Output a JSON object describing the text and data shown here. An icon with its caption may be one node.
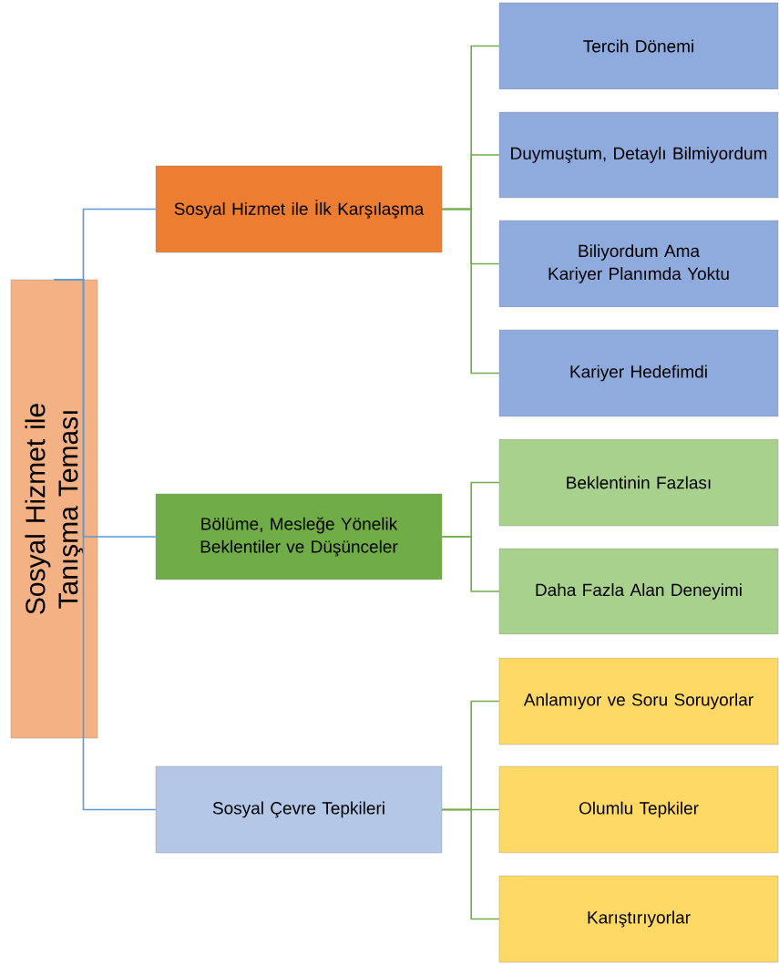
{
  "diagram": {
    "nodes": [
      {
        "text": [
          "Sosyal Hizmet ile Tanışma Teması"
        ]
      },
      {
        "text": [
          "Sosyal Hizmet ile İlk Karşılaşma"
        ]
      },
      {
        "text": [
          "Bölüme, Mesleğe Yönelik Beklentiler ve Düşünceler"
        ]
      },
      {
        "text": [
          "Sosyal Çevre Tepkileri"
        ]
      },
      {
        "text": [
          "Tercih Dönemi"
        ]
      },
      {
        "text": [
          "Duymuştum, Detaylı Bilmiyordum"
        ]
      },
      {
        "text": [
          "Biliyordum Ama Kariyer Planımda Yoktu"
        ]
      },
      {
        "text": [
          "Kariyer Hedefimdi"
        ]
      },
      {
        "text": [
          "Beklentinin Fazlası"
        ]
      },
      {
        "text": [
          "Daha Fazla Alan Deneyimi"
        ]
      },
      {
        "text": [
          "Anlamıyor ve Soru Soruyorlar"
        ]
      },
      {
        "text": [
          "Olumlu Tepkiler"
        ]
      },
      {
        "text": [
          "Karıştırıyorlar"
        ]
      }
    ],
    "edges": [
      {
        "from": 0,
        "to": 1,
        "arrow": "none",
        "color": "#5b9bd5"
      },
      {
        "from": 0,
        "to": 2,
        "arrow": "none",
        "color": "#5b9bd5"
      },
      {
        "from": 0,
        "to": 3,
        "arrow": "none",
        "color": "#5b9bd5"
      },
      {
        "from": 1,
        "to": 4,
        "arrow": "none"
      },
      {
        "from": 1,
        "to": 5,
        "arrow": "none"
      },
      {
        "from": 1,
        "to": 6,
        "arrow": "none"
      },
      {
        "from": 1,
        "to": 7,
        "arrow": "none"
      },
      {
        "from": 2,
        "to": 8,
        "arrow": "none"
      },
      {
        "from": 2,
        "to": 9,
        "arrow": "none"
      },
      {
        "from": 3,
        "to": 10,
        "arrow": "none"
      },
      {
        "from": 3,
        "to": 11,
        "arrow": "none"
      },
      {
        "from": 3,
        "to": 12,
        "arrow": "none"
      }
    ]
  }
}
